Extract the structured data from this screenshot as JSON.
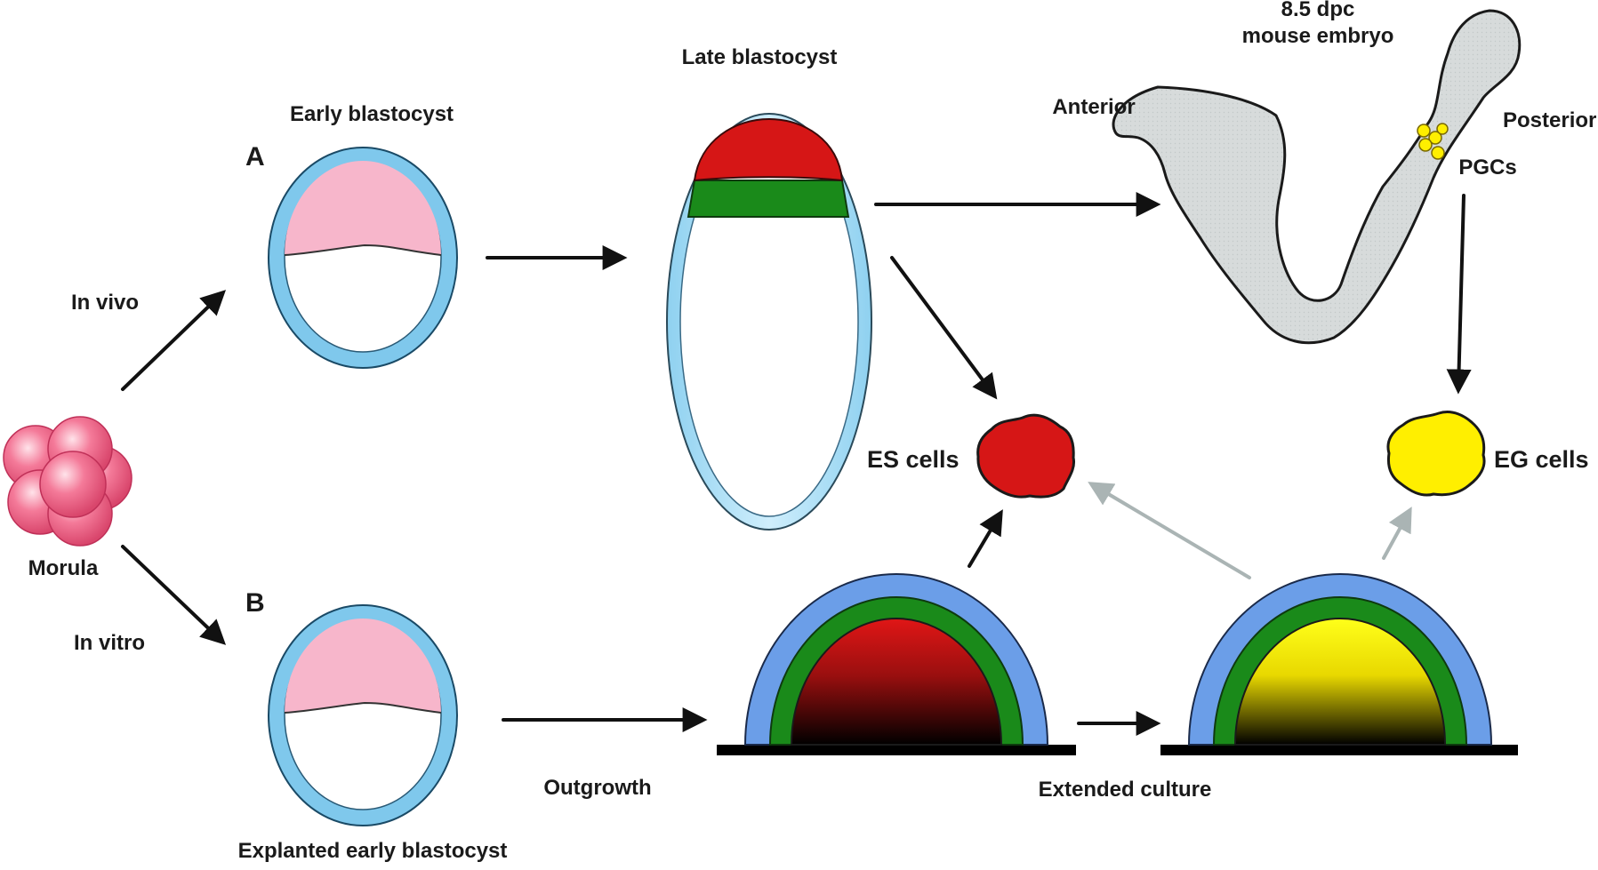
{
  "labels": {
    "late_blastocyst": "Late blastocyst",
    "early_blastocyst": "Early blastocyst",
    "dpc_line1": "8.5 dpc",
    "dpc_line2": "mouse embryo",
    "anterior": "Anterior",
    "posterior": "Posterior",
    "pgcs": "PGCs",
    "panel_a": "A",
    "panel_b": "B",
    "in_vivo": "In vivo",
    "in_vitro": "In vitro",
    "morula": "Morula",
    "es_cells": "ES cells",
    "eg_cells": "EG cells",
    "outgrowth": "Outgrowth",
    "extended_culture": "Extended culture",
    "explanted": "Explanted early blastocyst"
  },
  "colors": {
    "trophectoderm": "#7fc8ec",
    "icm_pink": "#f7b6cb",
    "epiblast_red": "#d61616",
    "primitive_endoderm_green": "#1a8a1a",
    "outgrowth_blue": "#6b9ee8",
    "embryo_gray": "#d6dada",
    "eg_yellow": "#ffef00",
    "morula_pink": "#f07090",
    "arrow_black": "#111111",
    "arrow_gray": "#aab4b4"
  }
}
